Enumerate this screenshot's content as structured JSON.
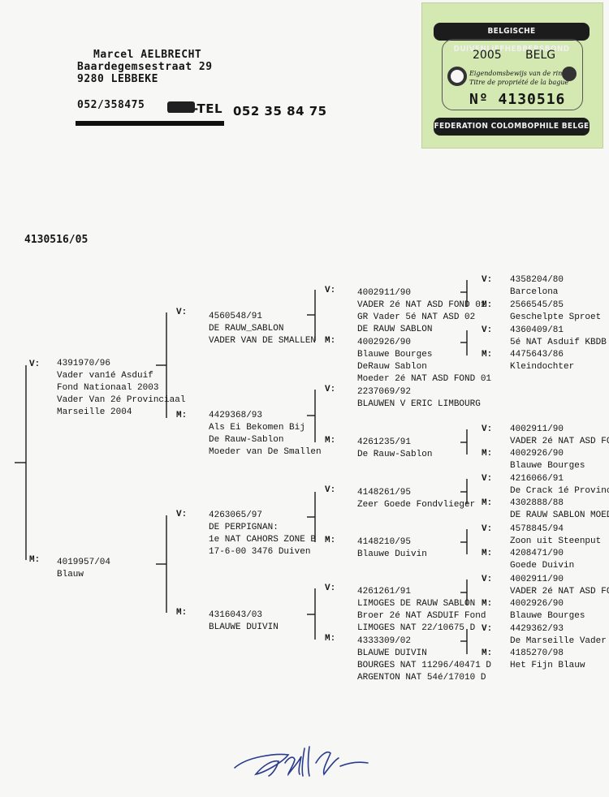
{
  "owner": {
    "name": "Marcel AELBRECHT",
    "street": "Baardegemsestraat 29",
    "city": "9280  LEBBEKE",
    "phone": "052/358475",
    "fax_label": "FAX-TEL",
    "fax_number": "052 35 84 75"
  },
  "stamp": {
    "top_band": "BELGISCHE DUIVENLIEFHEBBERSBOND",
    "year": "2005",
    "country": "BELG",
    "line_nl": "Eigendomsbewijs van de ring",
    "line_fr": "Titre de propriété de la bague",
    "number_prefix": "Nº",
    "number": "4130516",
    "bottom_band": "FEDERATION COLOMBOPHILE BELGE"
  },
  "subject": {
    "ring": "4130516/05"
  },
  "labels": {
    "v": "V:",
    "m": "M:"
  },
  "pedigree": {
    "g1_v": [
      "4391970/96",
      "Vader van1é Asduif",
      "Fond Nationaal 2003",
      "Vader Van 2é Provinciaal",
      "Marseille 2004"
    ],
    "g1_m": [
      "4019957/04",
      "Blauw"
    ],
    "g2_vv": [
      "4560548/91",
      "DE RAUW_SABLON",
      "VADER VAN DE SMALLEN"
    ],
    "g2_vm": [
      "4429368/93",
      "Als Ei Bekomen Bij",
      "De Rauw-Sablon",
      "Moeder van De Smallen"
    ],
    "g2_mv": [
      "4263065/97",
      "DE PERPIGNAN:",
      "1e NAT CAHORS ZONE B",
      "17-6-00 3476 Duiven"
    ],
    "g2_mm": [
      "4316043/03",
      "BLAUWE DUIVIN"
    ],
    "g3_vvv": [
      "4002911/90",
      "VADER 2é NAT ASD FOND 01",
      "GR Vader 5é NAT ASD 02",
      "DE RAUW SABLON"
    ],
    "g3_vvm": [
      "4002926/90",
      "Blauwe Bourges",
      "DeRauw Sablon",
      "Moeder 2é NAT ASD FOND 01"
    ],
    "g3_vmv": [
      "2237069/92",
      "BLAUWEN V ERIC LIMBOURG"
    ],
    "g3_vmm": [
      "4261235/91",
      "De Rauw-Sablon"
    ],
    "g3_mvv": [
      "4148261/95",
      "Zeer Goede Fondvlieger"
    ],
    "g3_mvm": [
      "4148210/95",
      "Blauwe Duivin"
    ],
    "g3_mmv": [
      "4261261/91",
      "LIMOGES DE RAUW SABLON",
      "Broer 2é NAT ASDUIF Fond",
      "LIMOGES NAT 22/10675 D"
    ],
    "g3_mmm": [
      "4333309/02",
      "BLAUWE DUIVIN",
      "BOURGES NAT 11296/40471 D",
      "ARGENTON NAT 54é/17010 D"
    ],
    "g4_1": [
      "4358204/80",
      "Barcelona"
    ],
    "g4_2": [
      "2566545/85",
      "Geschelpte Sproet"
    ],
    "g4_3": [
      "4360409/81",
      "5é NAT Asduif KBDB"
    ],
    "g4_4": [
      "4475643/86",
      "Kleindochter"
    ],
    "g4_5": [
      "4002911/90",
      "VADER 2é NAT ASD FO"
    ],
    "g4_6": [
      "4002926/90",
      "Blauwe Bourges"
    ],
    "g4_7": [
      "4216066/91",
      "De Crack 1é Provinc"
    ],
    "g4_8": [
      "4302888/88",
      "DE RAUW SABLON MOED"
    ],
    "g4_9": [
      "4578845/94",
      "Zoon uit Steenput"
    ],
    "g4_10": [
      "4208471/90",
      "Goede Duivin"
    ],
    "g4_11": [
      "4002911/90",
      "VADER 2é NAT ASD FO"
    ],
    "g4_12": [
      "4002926/90",
      "Blauwe Bourges"
    ],
    "g4_13": [
      "4429362/93",
      "De Marseille Vader"
    ],
    "g4_14": [
      "4185270/98",
      "Het Fijn Blauw"
    ]
  },
  "colors": {
    "stamp_bg": "#d4e8b2",
    "ink": "#151515",
    "signature": "#2a3a8c"
  },
  "icons": {
    "signature": "handwritten-signature-icon",
    "stamp_hole": "ring-hole-icon"
  }
}
